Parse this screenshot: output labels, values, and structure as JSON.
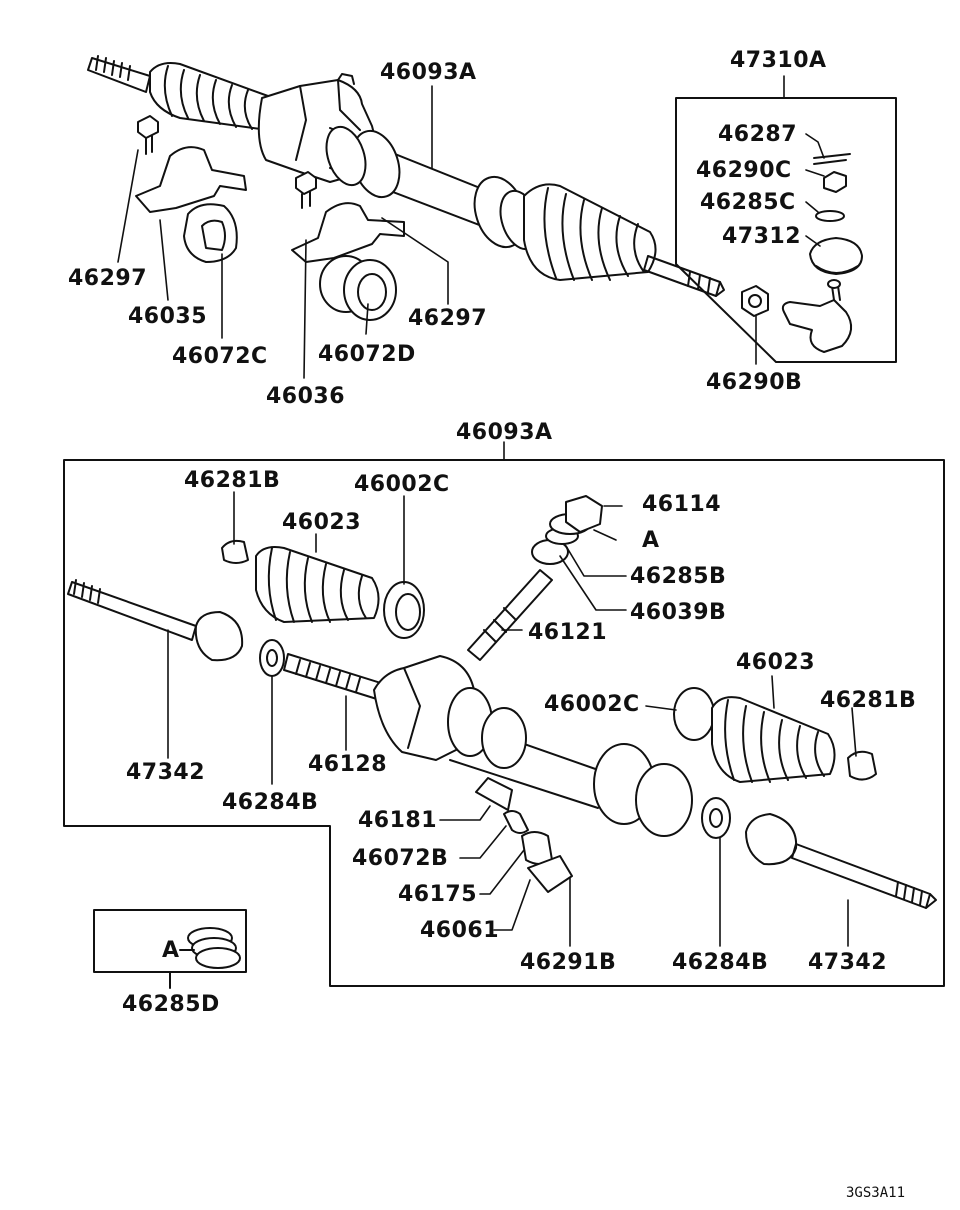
{
  "diagram": {
    "code": "3GS3A11",
    "callouts": [
      {
        "id": "l1",
        "text": "46093A"
      },
      {
        "id": "l2",
        "text": "47310A"
      },
      {
        "id": "l3",
        "text": "46287"
      },
      {
        "id": "l4",
        "text": "46290C"
      },
      {
        "id": "l5",
        "text": "46285C"
      },
      {
        "id": "l6",
        "text": "47312"
      },
      {
        "id": "l7",
        "text": "46297"
      },
      {
        "id": "l8",
        "text": "46035"
      },
      {
        "id": "l9",
        "text": "46072C"
      },
      {
        "id": "l10",
        "text": "46297"
      },
      {
        "id": "l11",
        "text": "46072D"
      },
      {
        "id": "l12",
        "text": "46036"
      },
      {
        "id": "l13",
        "text": "46290B"
      },
      {
        "id": "l14",
        "text": "46093A"
      },
      {
        "id": "l15",
        "text": "46281B"
      },
      {
        "id": "l16",
        "text": "46002C"
      },
      {
        "id": "l17",
        "text": "46023"
      },
      {
        "id": "l18",
        "text": "46114"
      },
      {
        "id": "l19",
        "text": "A"
      },
      {
        "id": "l20",
        "text": "46285B"
      },
      {
        "id": "l21",
        "text": "46039B"
      },
      {
        "id": "l22",
        "text": "46121"
      },
      {
        "id": "l23",
        "text": "46023"
      },
      {
        "id": "l24",
        "text": "46002C"
      },
      {
        "id": "l25",
        "text": "46281B"
      },
      {
        "id": "l26",
        "text": "47342"
      },
      {
        "id": "l27",
        "text": "46284B"
      },
      {
        "id": "l28",
        "text": "46128"
      },
      {
        "id": "l29",
        "text": "46181"
      },
      {
        "id": "l30",
        "text": "46072B"
      },
      {
        "id": "l31",
        "text": "46175"
      },
      {
        "id": "l32",
        "text": "46061"
      },
      {
        "id": "l33",
        "text": "46291B"
      },
      {
        "id": "l34",
        "text": "46284B"
      },
      {
        "id": "l35",
        "text": "47342"
      },
      {
        "id": "l36",
        "text": "A"
      },
      {
        "id": "l37",
        "text": "46285D"
      }
    ]
  }
}
